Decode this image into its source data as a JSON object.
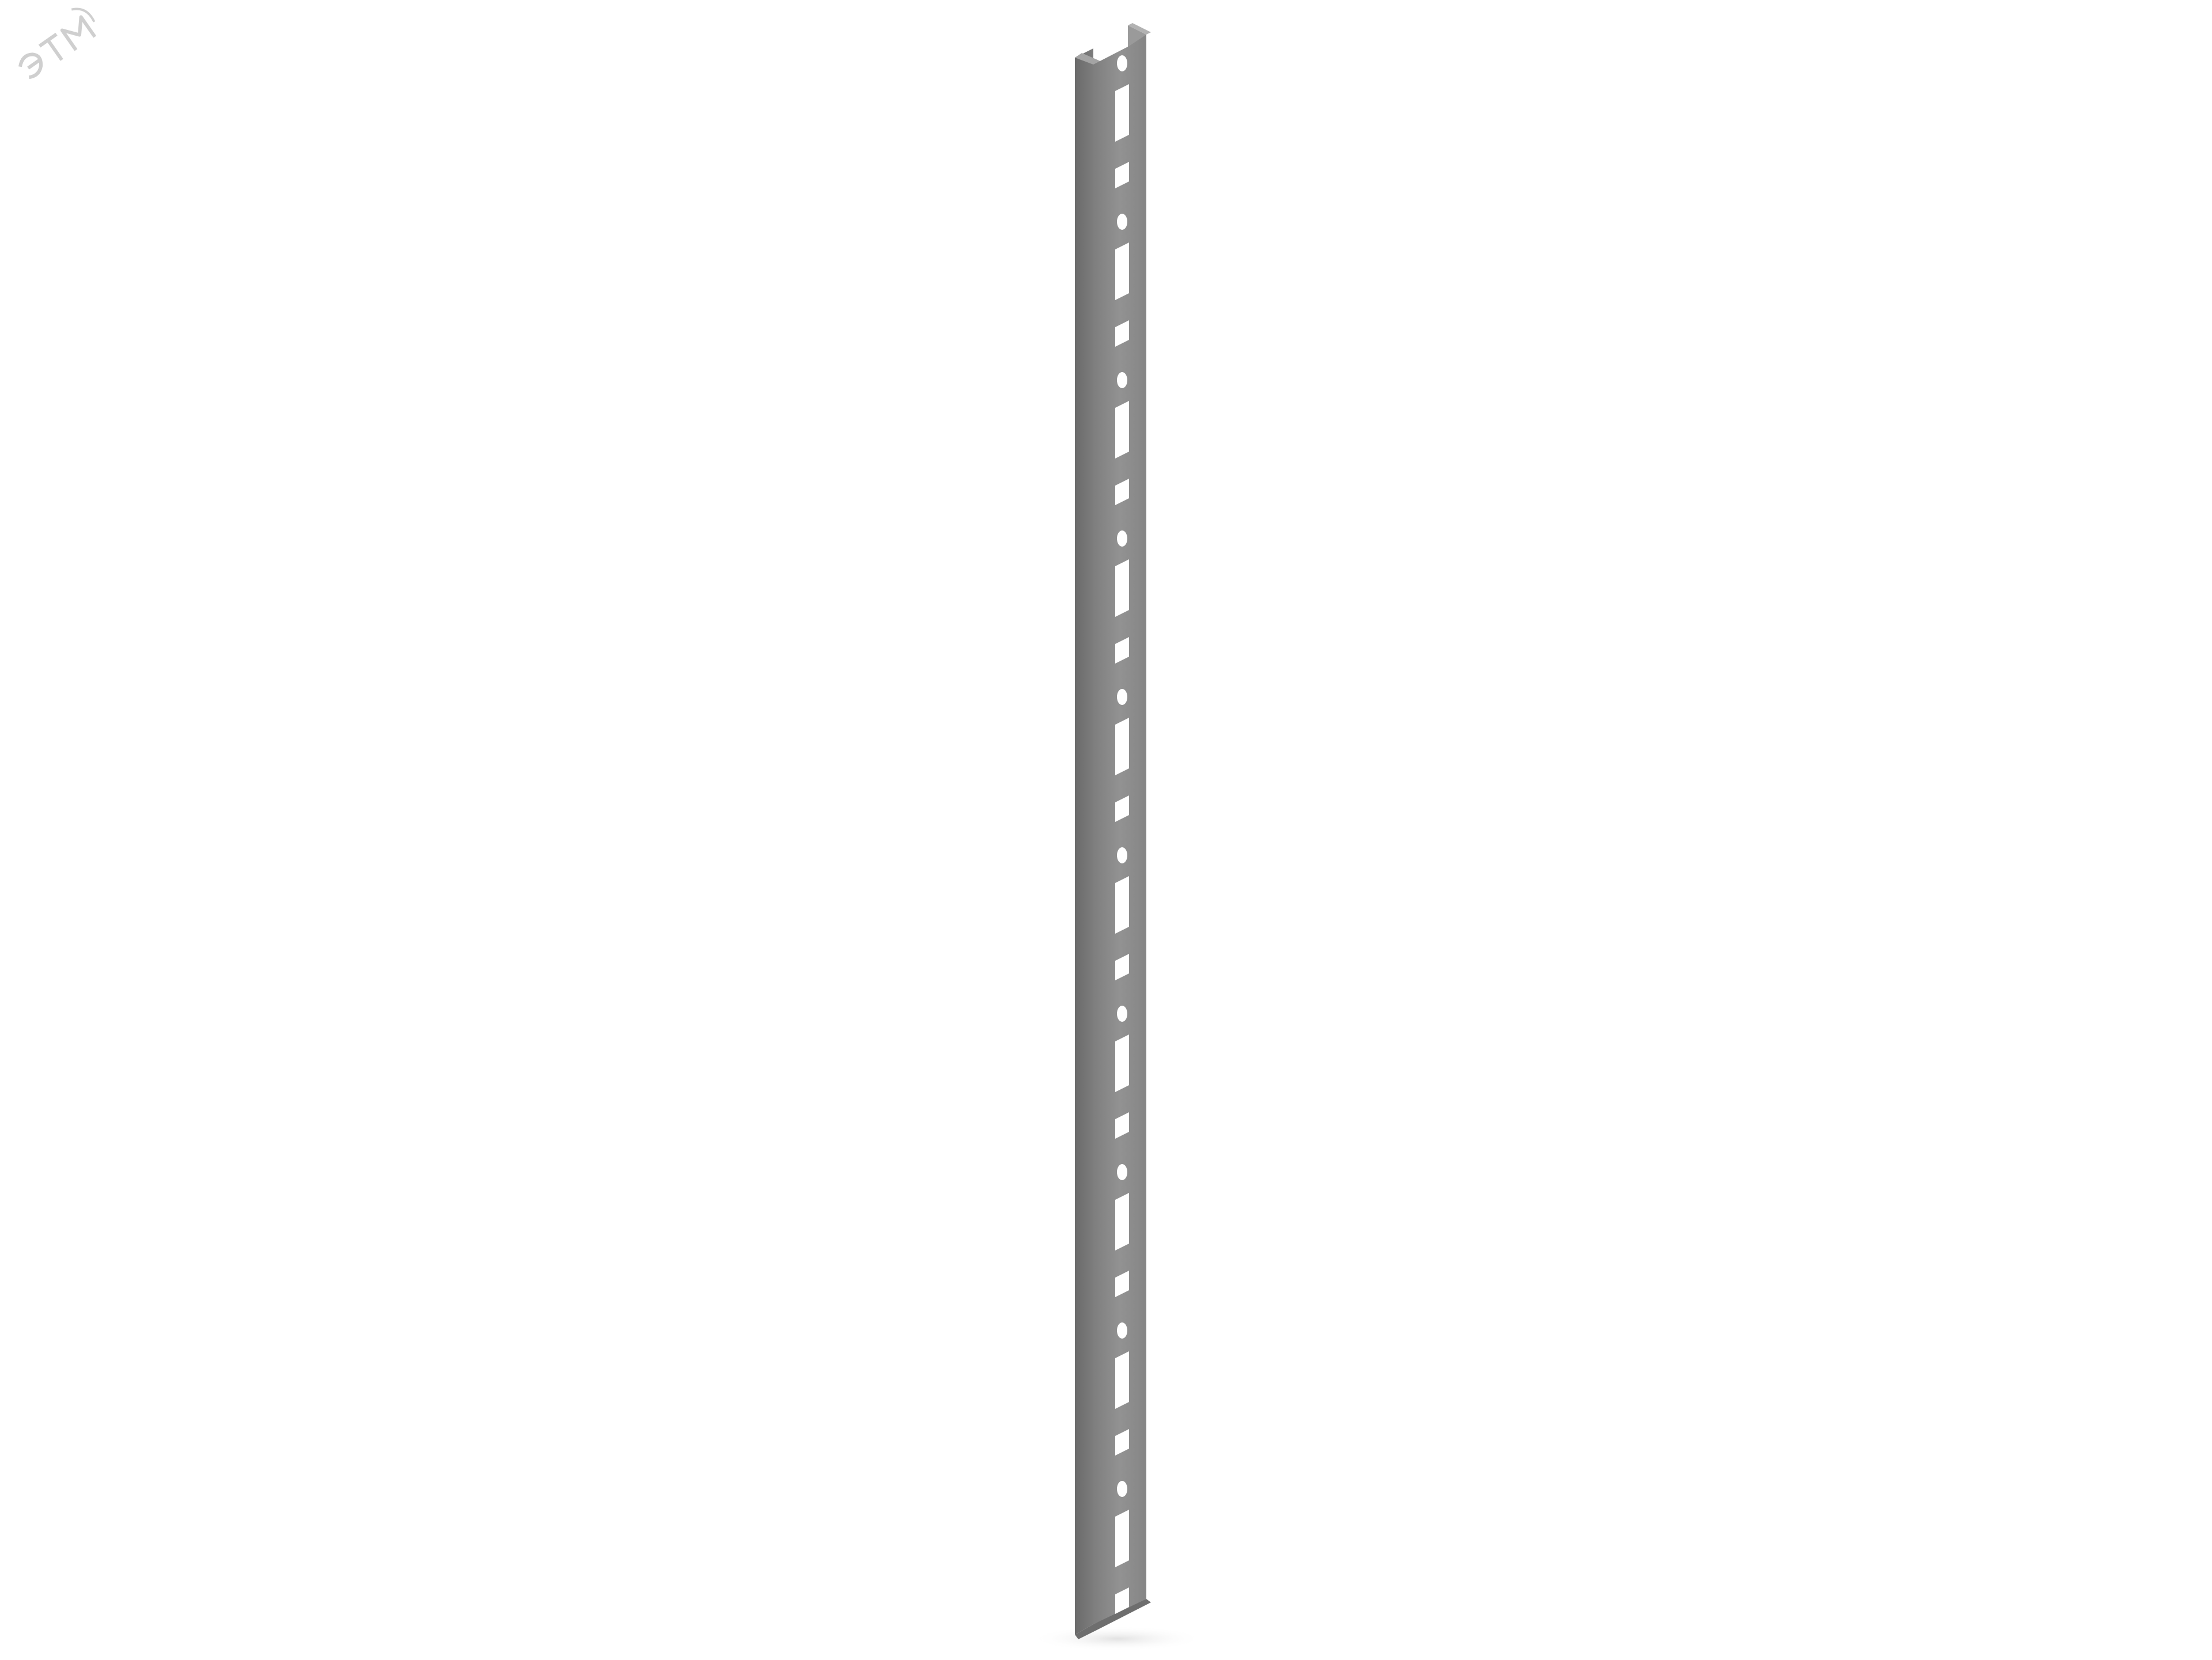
{
  "watermark": {
    "text": "ЭТМ",
    "color": "#cfcfcf"
  },
  "product": {
    "kind": "perforated-c-profile-rail",
    "colors": {
      "front": "#8c8c8c",
      "flange": "#747474",
      "lip": "#a8a8a8",
      "holes": "#ffffff",
      "shadow": "#e6e6e6"
    },
    "hole_pattern": [
      "round",
      "long-slot",
      "square"
    ],
    "hole_groups": 10
  }
}
